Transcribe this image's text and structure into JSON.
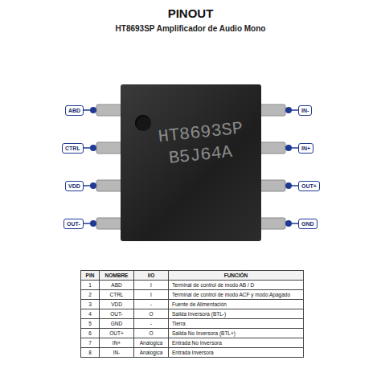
{
  "diagram": {
    "title": "PINOUT",
    "nodes": [
      {
        "text": [
          "HT8693SP",
          "B5J64A"
        ]
      },
      {
        "text": [
          "ABD"
        ]
      },
      {
        "text": [
          "IN-"
        ]
      },
      {
        "text": [
          "CTRL"
        ]
      },
      {
        "text": [
          "IN+"
        ]
      },
      {
        "text": [
          "VDD"
        ]
      },
      {
        "text": [
          "OUT+"
        ]
      },
      {
        "text": [
          "OUT-"
        ]
      },
      {
        "text": [
          "GND"
        ]
      }
    ],
    "labels": [
      "HT8693SP Amplificador de Audio Mono",
      "PIN",
      "NOMBRE",
      "I/O",
      "FUNCIÓN",
      "1",
      "ABD",
      "I",
      "Terminal de control de modo AB / D",
      "2",
      "CTRL",
      "I",
      "Terminal de control de modo ACF y modo Apagado",
      "3",
      "VDD",
      "-",
      "Fuente de Alimentación",
      "4",
      "OUT-",
      "O",
      "Salida Inversora (BTL-)",
      "5",
      "GND",
      "-",
      "Tierra",
      "6",
      "OUT+",
      "O",
      "Salida No Inversora (BTL+)",
      "7",
      "IN+",
      "Analogica",
      "Entrada No Inversora",
      "8",
      "IN-",
      "Analogica",
      "Entrada Inversora"
    ]
  }
}
